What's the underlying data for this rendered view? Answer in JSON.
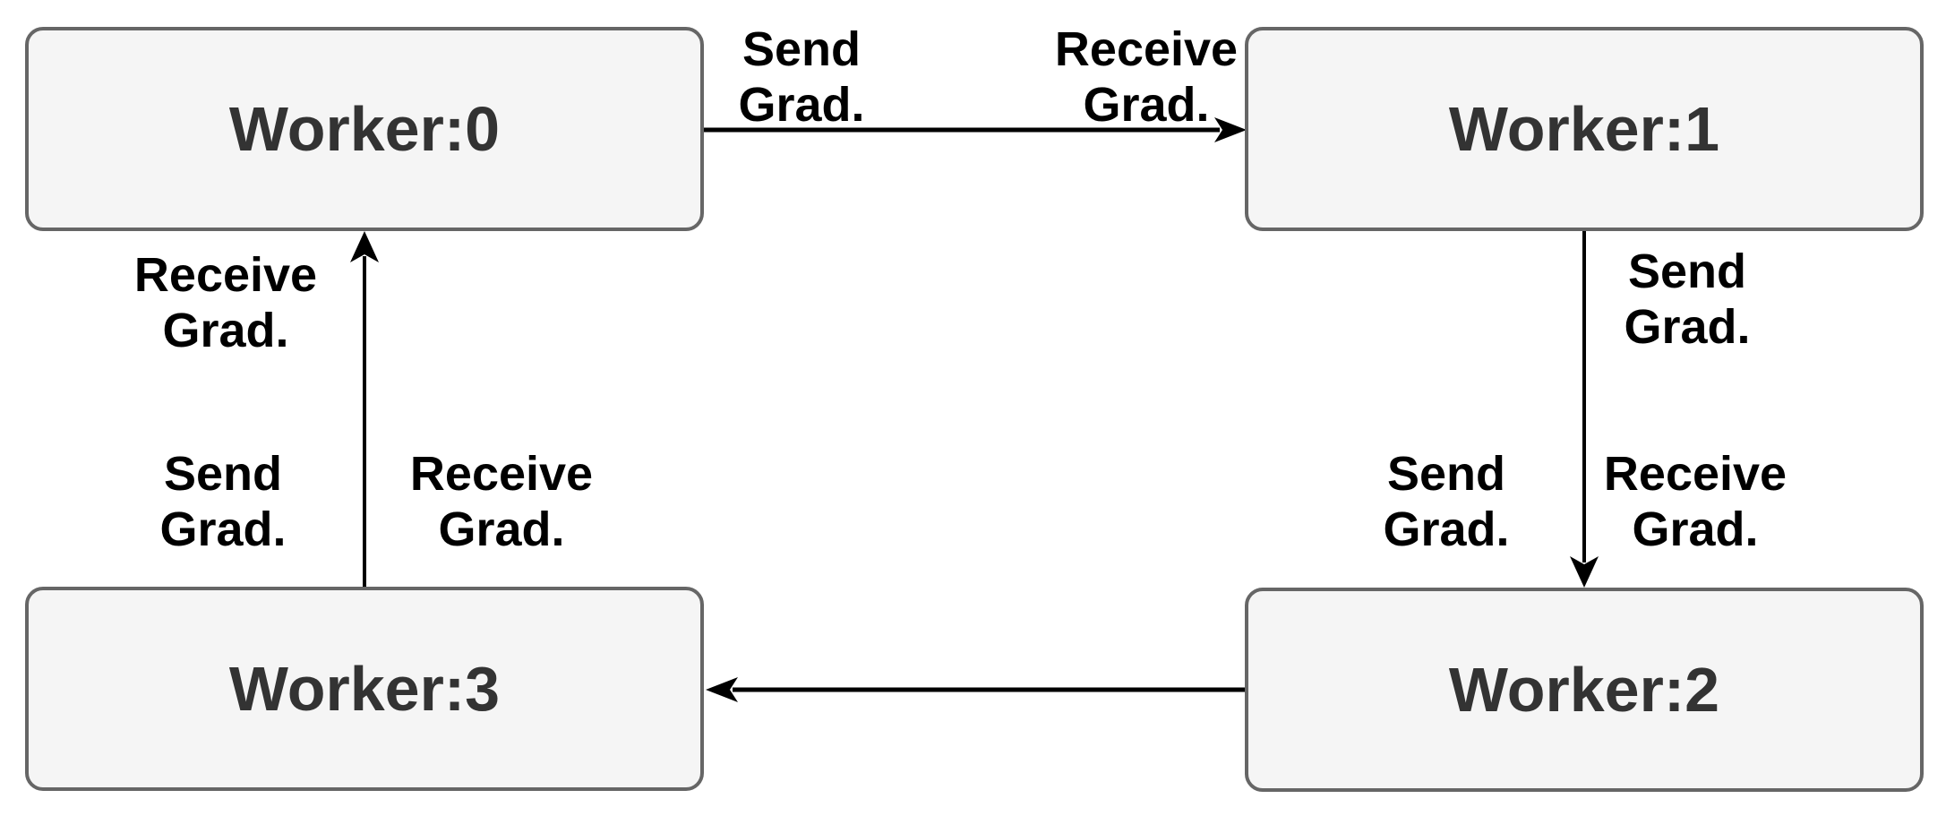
{
  "diagram": {
    "description": "Ring gradient-exchange topology between four workers",
    "nodes": [
      {
        "id": "worker-0",
        "label": "Worker:0"
      },
      {
        "id": "worker-1",
        "label": "Worker:1"
      },
      {
        "id": "worker-2",
        "label": "Worker:2"
      },
      {
        "id": "worker-3",
        "label": "Worker:3"
      }
    ],
    "edges": [
      {
        "from": "Worker:0",
        "to": "Worker:1",
        "source_label": "Send\nGrad.",
        "target_label": "Receive\nGrad."
      },
      {
        "from": "Worker:1",
        "to": "Worker:2",
        "source_label": "Send\nGrad.",
        "target_label": "Receive\nGrad."
      },
      {
        "from": "Worker:2",
        "to": "Worker:3",
        "source_label": "Send\nGrad.",
        "target_label": "Receive\nGrad."
      },
      {
        "from": "Worker:3",
        "to": "Worker:0",
        "source_label": "Send\nGrad.",
        "target_label": "Receive\nGrad."
      }
    ],
    "colors": {
      "node_fill": "#f5f5f5",
      "node_border": "#666666",
      "node_text": "#333333",
      "edge": "#000000",
      "label_text": "#000000",
      "background": "#ffffff"
    }
  }
}
